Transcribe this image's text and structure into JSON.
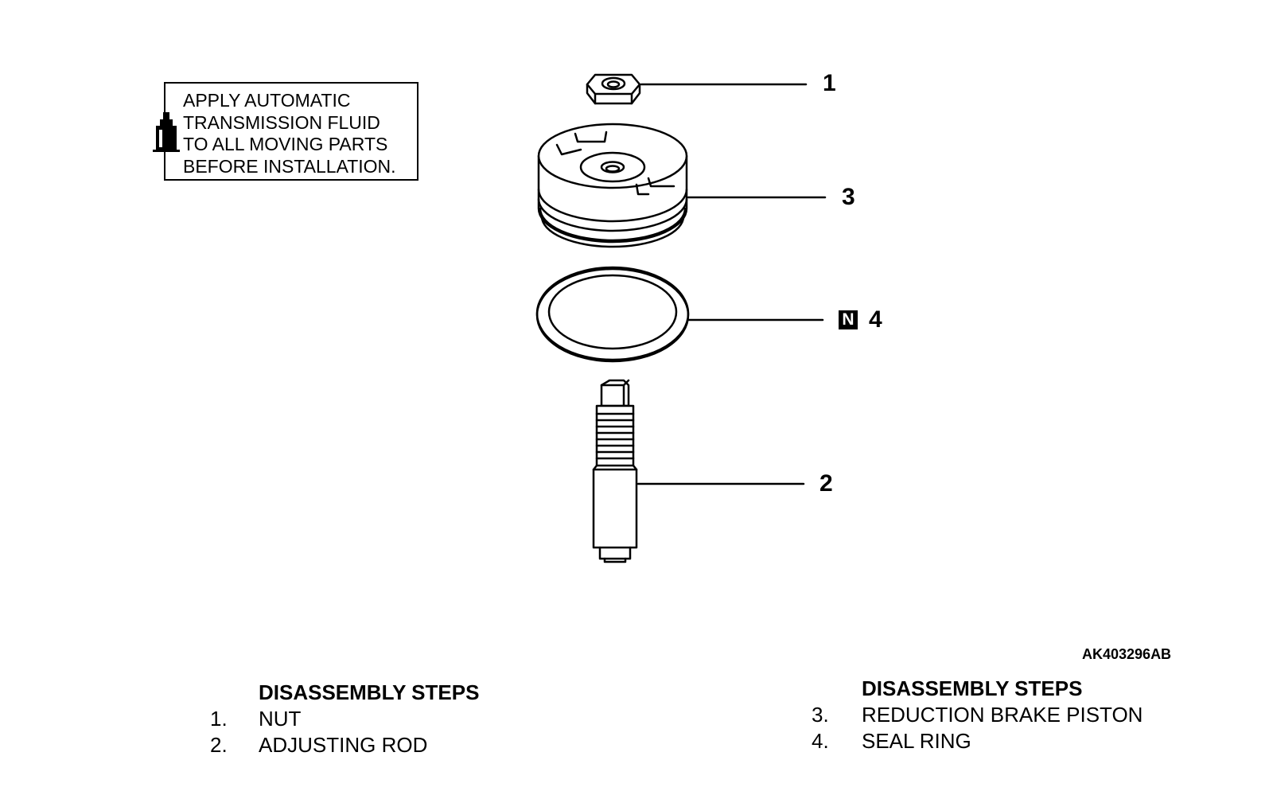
{
  "note": {
    "lines": [
      "APPLY AUTOMATIC",
      "TRANSMISSION FLUID",
      "TO ALL MOVING PARTS",
      "BEFORE INSTALLATION."
    ],
    "icon": "oil-can-icon"
  },
  "callouts": {
    "c1": "1",
    "c2": "2",
    "c3": "3",
    "c4": "4",
    "n_mark": "N"
  },
  "figure_id": "AK403296AB",
  "steps_left": {
    "title": "DISASSEMBLY STEPS",
    "items": [
      {
        "num": "1.",
        "label": "NUT"
      },
      {
        "num": "2.",
        "label": "ADJUSTING ROD"
      }
    ]
  },
  "steps_right": {
    "title": "DISASSEMBLY STEPS",
    "items": [
      {
        "num": "3.",
        "label": "REDUCTION BRAKE PISTON"
      },
      {
        "num": "4.",
        "label": "SEAL RING"
      }
    ]
  },
  "colors": {
    "ink": "#000000",
    "paper": "#ffffff"
  }
}
